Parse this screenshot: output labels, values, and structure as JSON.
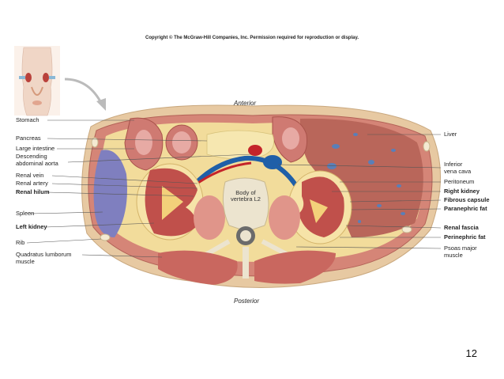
{
  "copyright": "Copyright © The McGraw-Hill Companies, Inc. Permission required for reproduction or display.",
  "orientation": {
    "anterior": "Anterior",
    "posterior": "Posterior"
  },
  "center_label": [
    "Body of",
    "vertebra L2"
  ],
  "labels_left": [
    {
      "text": "Stomach",
      "bold": false
    },
    {
      "text": "Pancreas",
      "bold": false
    },
    {
      "text": "Large intestine",
      "bold": false
    },
    {
      "text": "Descending",
      "bold": false
    },
    {
      "text": "abdominal aorta",
      "bold": false
    },
    {
      "text": "Renal vein",
      "bold": false
    },
    {
      "text": "Renal artery",
      "bold": false
    },
    {
      "text": "Renal hilum",
      "bold": true
    },
    {
      "text": "Spleen",
      "bold": false
    },
    {
      "text": "Left kidney",
      "bold": true
    },
    {
      "text": "Rib",
      "bold": false
    },
    {
      "text": "Quadratus lumborum",
      "bold": false
    },
    {
      "text": "muscle",
      "bold": false
    }
  ],
  "labels_right": [
    {
      "text": "Liver",
      "bold": false
    },
    {
      "text": "Inferior",
      "bold": false
    },
    {
      "text": "vena cava",
      "bold": false
    },
    {
      "text": "Peritoneum",
      "bold": false
    },
    {
      "text": "Right kidney",
      "bold": true
    },
    {
      "text": "Fibrous capsule",
      "bold": true
    },
    {
      "text": "Paranephric fat",
      "bold": true
    },
    {
      "text": "Renal fascia",
      "bold": true
    },
    {
      "text": "Perinephric fat",
      "bold": true
    },
    {
      "text": "Psoas major",
      "bold": false
    },
    {
      "text": "muscle",
      "bold": false
    }
  ],
  "slide_number": "12",
  "colors": {
    "muscle": "#c9675f",
    "fat": "#f2dc9b",
    "liver": "#b9665a",
    "spleen": "#7f7fbf",
    "kidney": "#c0504b",
    "vein": "#1f5fa8",
    "artery": "#c4242a",
    "bone": "#ece4cf"
  }
}
